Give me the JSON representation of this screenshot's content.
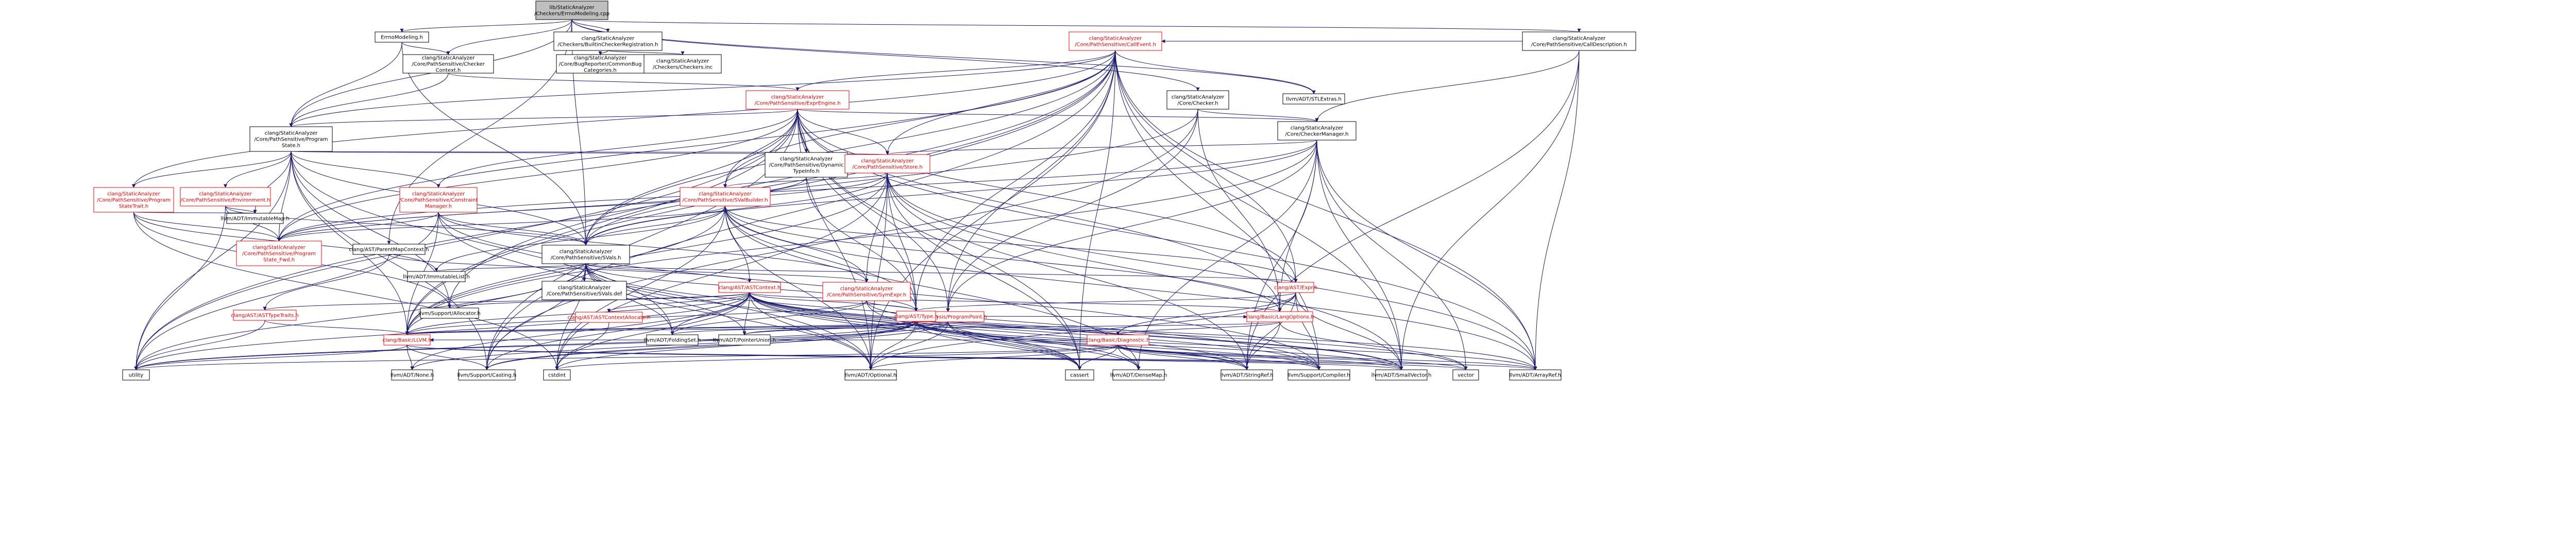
{
  "colors": {
    "root_fill": "#bfbfbf",
    "node_fill": "#ffffff",
    "node_border_plain": "#000000",
    "node_border_linked": "#ff0000",
    "label_plain": "#000000",
    "label_linked": "#ff0000",
    "edge": "#191970"
  },
  "nodes": {
    "root": {
      "lines": [
        "lib/StaticAnalyzer",
        "/Checkers/ErrnoModeling.cpp"
      ],
      "linked": false,
      "root": true
    },
    "errnomodeling": {
      "lines": [
        "ErrnoModeling.h"
      ],
      "linked": false
    },
    "checkercontext": {
      "lines": [
        "clang/StaticAnalyzer",
        "/Core/PathSensitive/Checker",
        "Context.h"
      ],
      "linked": false
    },
    "builtinreg": {
      "lines": [
        "clang/StaticAnalyzer",
        "/Checkers/BuiltinCheckerRegistration.h"
      ],
      "linked": false
    },
    "bugreporter": {
      "lines": [
        "clang/StaticAnalyzer",
        "/Core/BugReporter/CommonBug",
        "Categories.h"
      ],
      "linked": false
    },
    "checkersinc": {
      "lines": [
        "clang/StaticAnalyzer",
        "/Checkers/Checkers.inc"
      ],
      "linked": false
    },
    "calldescription": {
      "lines": [
        "clang/StaticAnalyzer",
        "/Core/PathSensitive/CallDescription.h"
      ],
      "linked": false
    },
    "callevent": {
      "lines": [
        "clang/StaticAnalyzer",
        "/Core/PathSensitive/CallEvent.h"
      ],
      "linked": true
    },
    "exprengine": {
      "lines": [
        "clang/StaticAnalyzer",
        "/Core/PathSensitive/ExprEngine.h"
      ],
      "linked": true
    },
    "checker": {
      "lines": [
        "clang/StaticAnalyzer",
        "/Core/Checker.h"
      ],
      "linked": false
    },
    "stlextras": {
      "lines": [
        "llvm/ADT/STLExtras.h"
      ],
      "linked": false
    },
    "checkermanager": {
      "lines": [
        "clang/StaticAnalyzer",
        "/Core/CheckerManager.h"
      ],
      "linked": false
    },
    "programstate": {
      "lines": [
        "clang/StaticAnalyzer",
        "/Core/PathSensitive/Program",
        "State.h"
      ],
      "linked": false
    },
    "dynamictypeinfo": {
      "lines": [
        "clang/StaticAnalyzer",
        "/Core/PathSensitive/Dynamic",
        "TypeInfo.h"
      ],
      "linked": false
    },
    "store": {
      "lines": [
        "clang/StaticAnalyzer",
        "/Core/PathSensitive/Store.h"
      ],
      "linked": true
    },
    "statetrait": {
      "lines": [
        "clang/StaticAnalyzer",
        "/Core/PathSensitive/Program",
        "StateTrait.h"
      ],
      "linked": true
    },
    "environment": {
      "lines": [
        "clang/StaticAnalyzer",
        "/Core/PathSensitive/Environment.h"
      ],
      "linked": true
    },
    "constraintmanager": {
      "lines": [
        "clang/StaticAnalyzer",
        "/Core/PathSensitive/Constraint",
        "Manager.h"
      ],
      "linked": true
    },
    "svalbuilder": {
      "lines": [
        "clang/StaticAnalyzer",
        "/Core/PathSensitive/SValBuilder.h"
      ],
      "linked": true
    },
    "immutablemap": {
      "lines": [
        "llvm/ADT/ImmutableMap.h"
      ],
      "linked": false
    },
    "programstatefwd": {
      "lines": [
        "clang/StaticAnalyzer",
        "/Core/PathSensitive/Program",
        "State_Fwd.h"
      ],
      "linked": true
    },
    "parentmapcontext": {
      "lines": [
        "clang/AST/ParentMapContext.h"
      ],
      "linked": false
    },
    "svals": {
      "lines": [
        "clang/StaticAnalyzer",
        "/Core/PathSensitive/SVals.h"
      ],
      "linked": false
    },
    "immutablelist": {
      "lines": [
        "llvm/ADT/ImmutableList.h"
      ],
      "linked": false
    },
    "svalsdef": {
      "lines": [
        "clang/StaticAnalyzer",
        "/Core/PathSensitive/SVals.def"
      ],
      "linked": false
    },
    "astcontext": {
      "lines": [
        "clang/AST/ASTContext.h"
      ],
      "linked": true
    },
    "symexpr": {
      "lines": [
        "clang/StaticAnalyzer",
        "/Core/PathSensitive/SymExpr.h"
      ],
      "linked": true
    },
    "expr": {
      "lines": [
        "clang/AST/Expr.h"
      ],
      "linked": true
    },
    "programpoint": {
      "lines": [
        "clang/Analysis/ProgramPoint.h"
      ],
      "linked": true
    },
    "langoptions": {
      "lines": [
        "clang/Basic/LangOptions.h"
      ],
      "linked": true
    },
    "allocator": {
      "lines": [
        "llvm/Support/Allocator.h"
      ],
      "linked": false
    },
    "asttypetraits": {
      "lines": [
        "clang/AST/ASTTypeTraits.h"
      ],
      "linked": true
    },
    "astcontextallocate": {
      "lines": [
        "clang/AST/ASTContextAllocate.h"
      ],
      "linked": true
    },
    "type": {
      "lines": [
        "clang/AST/Type.h"
      ],
      "linked": true
    },
    "llvm": {
      "lines": [
        "clang/Basic/LLVM.h"
      ],
      "linked": true
    },
    "foldingset": {
      "lines": [
        "llvm/ADT/FoldingSet.h"
      ],
      "linked": false
    },
    "pointerunion": {
      "lines": [
        "llvm/ADT/PointerUnion.h"
      ],
      "linked": false
    },
    "diagnostic": {
      "lines": [
        "clang/Basic/Diagnostic.h"
      ],
      "linked": true
    },
    "utility": {
      "lines": [
        "utility"
      ],
      "linked": false
    },
    "none": {
      "lines": [
        "llvm/ADT/None.h"
      ],
      "linked": false
    },
    "casting": {
      "lines": [
        "llvm/Support/Casting.h"
      ],
      "linked": false
    },
    "cstdint": {
      "lines": [
        "cstdint"
      ],
      "linked": false
    },
    "optional": {
      "lines": [
        "llvm/ADT/Optional.h"
      ],
      "linked": false
    },
    "cassert": {
      "lines": [
        "cassert"
      ],
      "linked": false
    },
    "densemap": {
      "lines": [
        "llvm/ADT/DenseMap.h"
      ],
      "linked": false
    },
    "stringref": {
      "lines": [
        "llvm/ADT/StringRef.h"
      ],
      "linked": false
    },
    "compiler": {
      "lines": [
        "llvm/Support/Compiler.h"
      ],
      "linked": false
    },
    "smallvector": {
      "lines": [
        "llvm/ADT/SmallVector.h"
      ],
      "linked": false
    },
    "vector": {
      "lines": [
        "vector"
      ],
      "linked": false
    },
    "arrayref": {
      "lines": [
        "llvm/ADT/ArrayRef.h"
      ],
      "linked": false
    }
  }
}
